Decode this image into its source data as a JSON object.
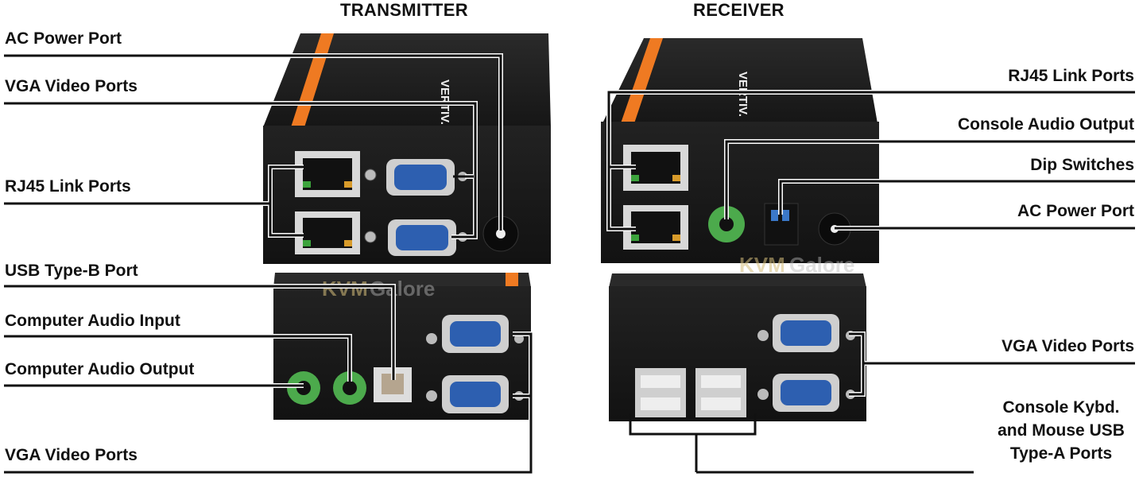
{
  "headings": {
    "transmitter": "TRANSMITTER",
    "receiver": "RECEIVER"
  },
  "left_labels": {
    "ac_power": "AC Power Port",
    "vga_top": "VGA Video Ports",
    "rj45": "RJ45 Link Ports",
    "usb_b": "USB Type-B Port",
    "audio_in": "Computer Audio Input",
    "audio_out": "Computer Audio Output",
    "vga_bottom": "VGA Video Ports"
  },
  "right_labels": {
    "rj45": "RJ45 Link Ports",
    "console_audio": "Console Audio Output",
    "dip": "Dip Switches",
    "ac_power": "AC Power Port",
    "vga": "VGA Video Ports",
    "usb_a_line1": "Console Kybd.",
    "usb_a_line2": "and Mouse USB",
    "usb_a_line3": "Type-A  Ports"
  },
  "device": {
    "brand": "VERTIV.",
    "watermark_kvm": "KVM",
    "watermark_galore": "Galore"
  },
  "colors": {
    "device_body": "#1b1b1b",
    "accent_stripe": "#ef7a22",
    "vga_blue": "#2d5fb0",
    "audio_green": "#4caa4c",
    "dip_blue": "#3b78c9",
    "leader_line": "#111111"
  }
}
